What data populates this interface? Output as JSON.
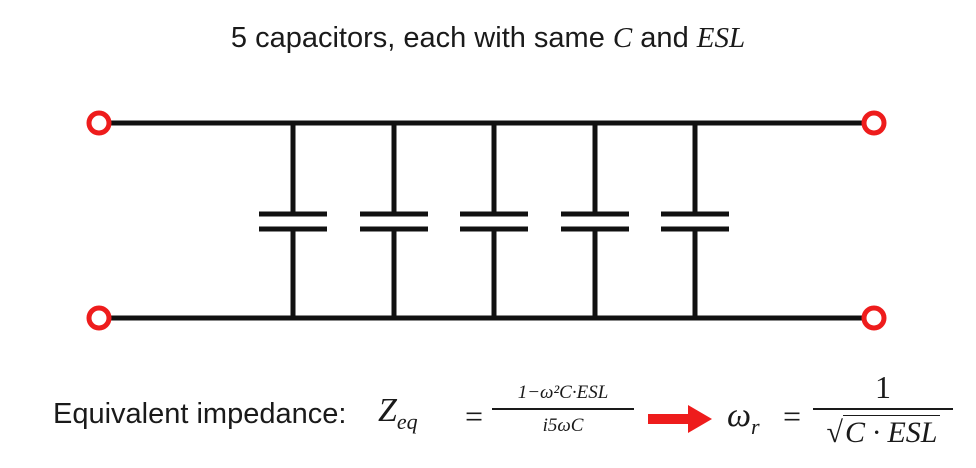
{
  "title": {
    "text": "5 capacitors, each with same ",
    "var_c": "C",
    "and": " and ",
    "var_esl": "ESL"
  },
  "equation": {
    "label": "Equivalent impedance:",
    "zeq_symbol": "Z",
    "zeq_subscript": "eq",
    "equals": "=",
    "numerator": "1−ω²C·ESL",
    "denominator": "i5ωC",
    "omega_symbol": "ω",
    "omega_subscript": "r",
    "result_numerator": "1",
    "result_radical": "√",
    "result_radicand": "C · ESL"
  },
  "colors": {
    "wire": "#111111",
    "terminal": "#ee1c1c",
    "arrow": "#ee1c1c",
    "text": "#1a1a1a"
  },
  "diagram": {
    "capacitor_count": 5
  }
}
